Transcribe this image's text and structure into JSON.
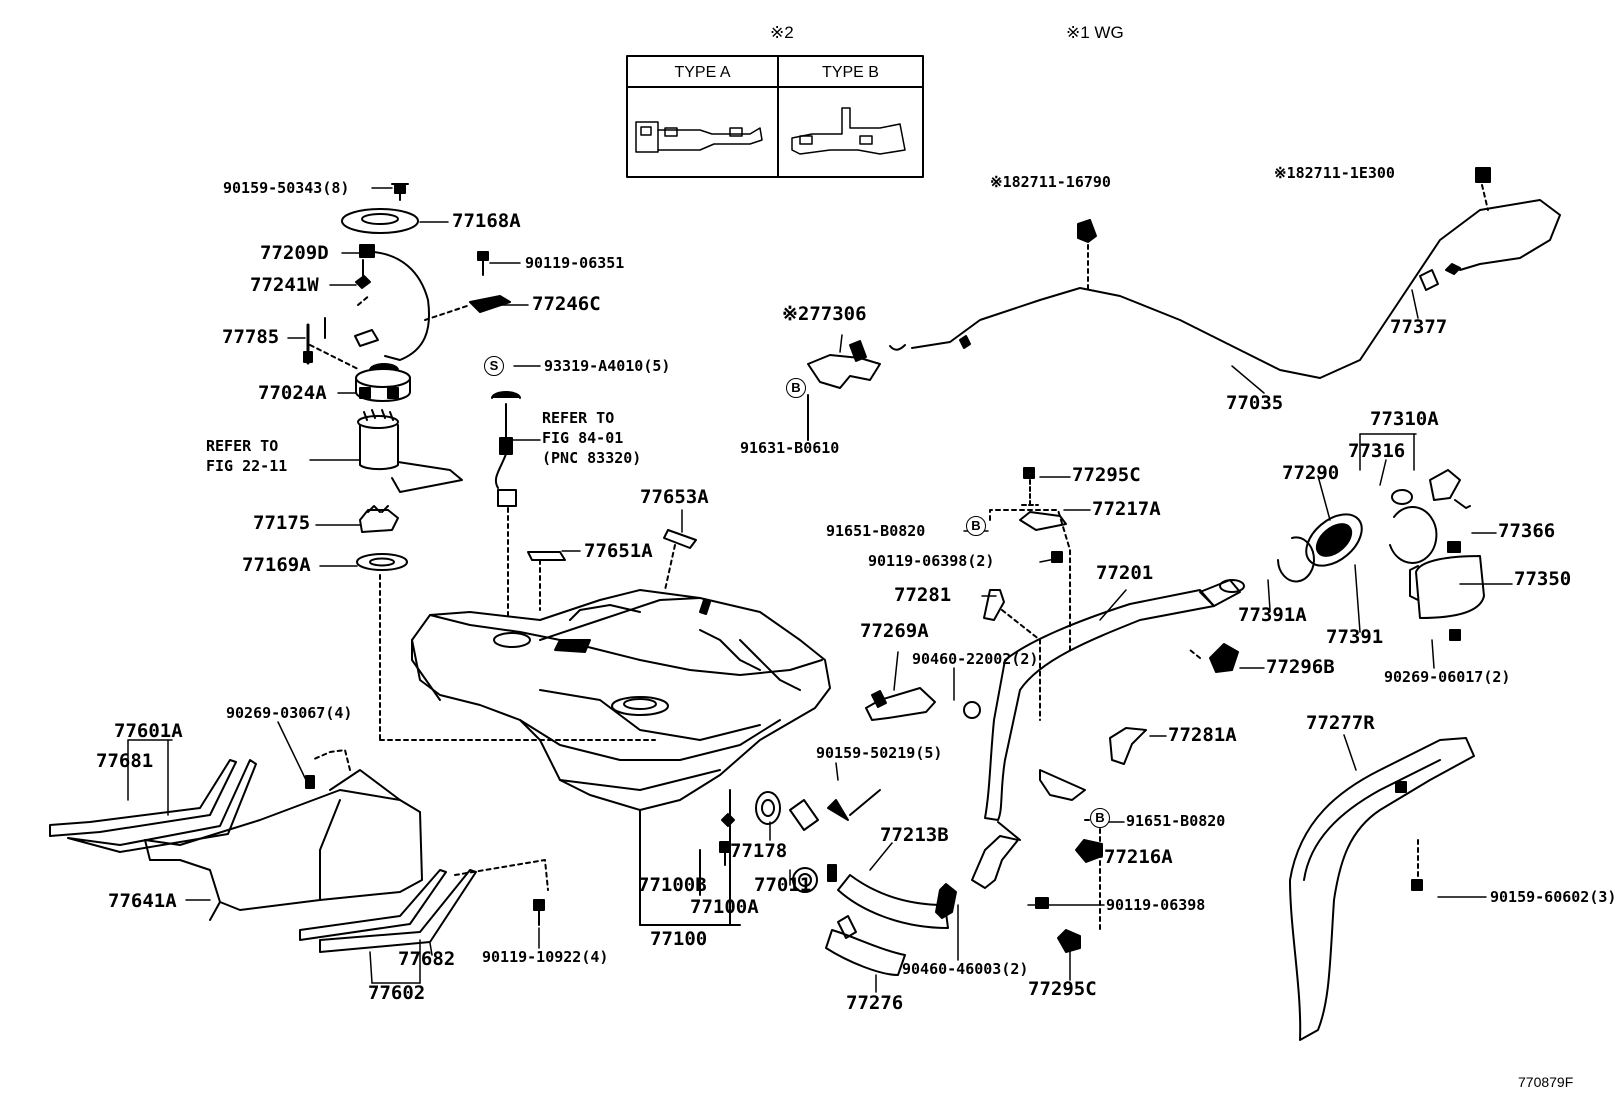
{
  "notes": {
    "type_variants_mark": "※2",
    "wg_mark": "※1 WG"
  },
  "type_box": {
    "type_a": "TYPE A",
    "type_b": "TYPE B"
  },
  "refs": {
    "pump_ref": [
      "REFER TO",
      "FIG 22-11"
    ],
    "sender_ref": [
      "REFER TO",
      "FIG 84-01",
      "(PNC 83320)"
    ]
  },
  "symbols": {
    "s": "S",
    "b": "B"
  },
  "drawing_code": "770879F",
  "parts": [
    "90159-50343(8)",
    "77168A",
    "77209D",
    "90119-06351",
    "77241W",
    "77246C",
    "77785",
    "93319-A4010(5)",
    "77024A",
    "77175",
    "77169A",
    "77653A",
    "77651A",
    "※277306",
    "91631-B0610",
    "※182711-16790",
    "※182711-1E300",
    "77377",
    "77035",
    "77310A",
    "77316",
    "77290",
    "77295C",
    "77217A",
    "91651-B0820",
    "77366",
    "90119-06398(2)",
    "77201",
    "77350",
    "77391A",
    "77391",
    "77281",
    "77269A",
    "90460-22002(2)",
    "77296B",
    "90269-06017(2)",
    "90269-03067(4)",
    "77601A",
    "77681",
    "90159-50219(5)",
    "77281A",
    "77277R",
    "91651-B0820",
    "77178",
    "77213B",
    "77216A",
    "77011",
    "77100B",
    "77100A",
    "77100",
    "90119-06398",
    "90159-60602(3)",
    "77641A",
    "77682",
    "90119-10922(4)",
    "77602",
    "90460-46003(2)",
    "77295C",
    "77276"
  ]
}
